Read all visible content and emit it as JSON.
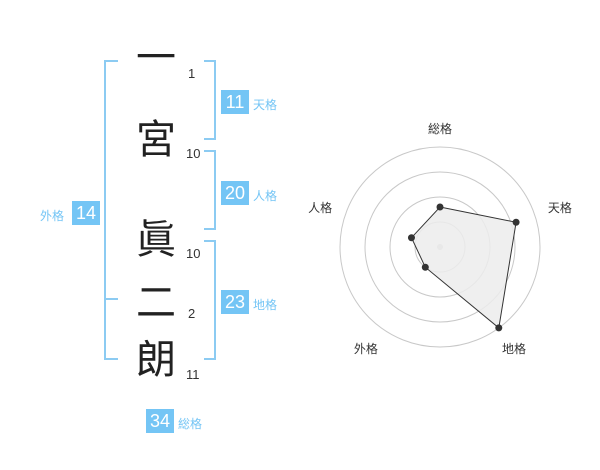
{
  "name_chars": [
    {
      "char": "一",
      "strokes": "1"
    },
    {
      "char": "宮",
      "strokes": "10"
    },
    {
      "char": "眞",
      "strokes": "10"
    },
    {
      "char": "二",
      "strokes": "2"
    },
    {
      "char": "朗",
      "strokes": "11"
    }
  ],
  "kakusu": {
    "tenkaku": {
      "value": "11",
      "label": "天格"
    },
    "jinkaku": {
      "value": "20",
      "label": "人格"
    },
    "chikaku": {
      "value": "23",
      "label": "地格"
    },
    "gaikaku": {
      "value": "14",
      "label": "外格"
    },
    "soukaku": {
      "value": "34",
      "label": "総格"
    }
  },
  "colors": {
    "accent": "#74c5f5",
    "bracket": "#8ccbf2",
    "grid": "#c8c8c8",
    "fill": "#ececec"
  },
  "chart_data": {
    "type": "radar",
    "axes": [
      "総格",
      "天格",
      "地格",
      "外格",
      "人格"
    ],
    "values": [
      0.4,
      0.8,
      1.0,
      0.25,
      0.3
    ],
    "rings": 4,
    "range": [
      0,
      1
    ]
  }
}
